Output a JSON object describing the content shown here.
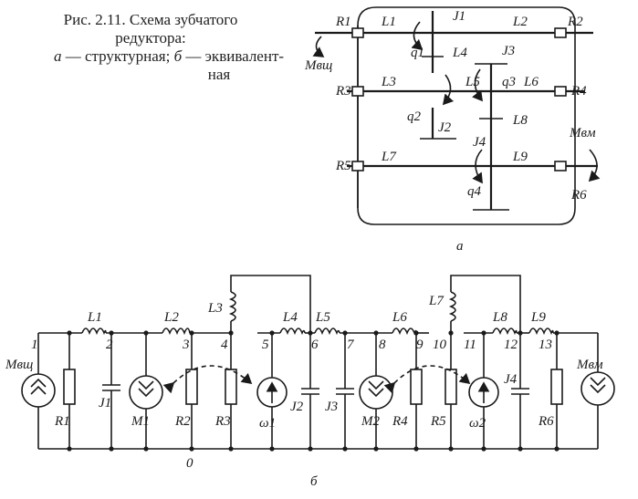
{
  "caption": {
    "line1": "Рис. 2.11. Схема зубчатого",
    "line2": "редуктора:",
    "line3a": "а",
    "line3b": " — структурная; ",
    "line3c": "б",
    "line3d": " — эквивалент-",
    "line4": "ная"
  },
  "structural": {
    "sublabel": "а",
    "R": [
      "R1",
      "R2",
      "R3",
      "R4",
      "R5",
      "R6"
    ],
    "L": [
      "L1",
      "L2",
      "L3",
      "L4",
      "L5",
      "L6",
      "L7",
      "L8",
      "L9"
    ],
    "J": [
      "J1",
      "J2",
      "J3",
      "J4"
    ],
    "q": [
      "q1",
      "q2",
      "q3",
      "q4"
    ],
    "M_in": "Mвщ",
    "M_out": "Mвм"
  },
  "equivalent": {
    "sublabel": "б",
    "nodes": [
      "1",
      "2",
      "3",
      "4",
      "5",
      "6",
      "7",
      "8",
      "9",
      "10",
      "11",
      "12",
      "13"
    ],
    "ground": "0",
    "L": [
      "L1",
      "L2",
      "L3",
      "L4",
      "L5",
      "L6",
      "L7",
      "L8",
      "L9"
    ],
    "R": [
      "R1",
      "R2",
      "R3",
      "R4",
      "R5",
      "R6"
    ],
    "J": [
      "J1",
      "J2",
      "J3",
      "J4"
    ],
    "sources": [
      "Mвщ",
      "M1",
      "ω1",
      "M2",
      "ω2",
      "Mвм"
    ]
  }
}
